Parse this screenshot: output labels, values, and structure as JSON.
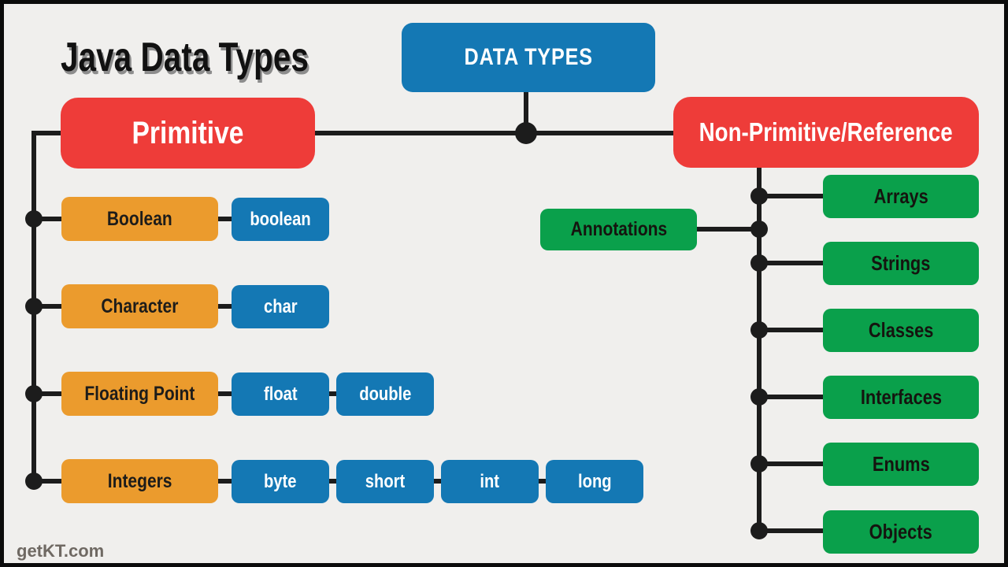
{
  "title": "Java Data Types",
  "watermark": "getKT.com",
  "root": {
    "label": "DATA TYPES"
  },
  "primitive": {
    "label": "Primitive",
    "rows": [
      {
        "category": "Boolean",
        "types": [
          "boolean"
        ]
      },
      {
        "category": "Character",
        "types": [
          "char"
        ]
      },
      {
        "category": "Floating Point",
        "types": [
          "float",
          "double"
        ]
      },
      {
        "category": "Integers",
        "types": [
          "byte",
          "short",
          "int",
          "long"
        ]
      }
    ]
  },
  "non_primitive": {
    "label": "Non-Primitive/Reference",
    "side_label": "Annotations",
    "items": [
      "Arrays",
      "Strings",
      "Classes",
      "Interfaces",
      "Enums",
      "Objects"
    ]
  },
  "colors": {
    "background": "#f0efed",
    "node_blue": "#1478b4",
    "node_red": "#ee3c39",
    "node_orange": "#eb9b2d",
    "node_green": "#0aa04b",
    "connector_black": "#1c1c1c",
    "title_shadow_gray": "#8d8d8d",
    "watermark_gray": "#6f6963"
  }
}
